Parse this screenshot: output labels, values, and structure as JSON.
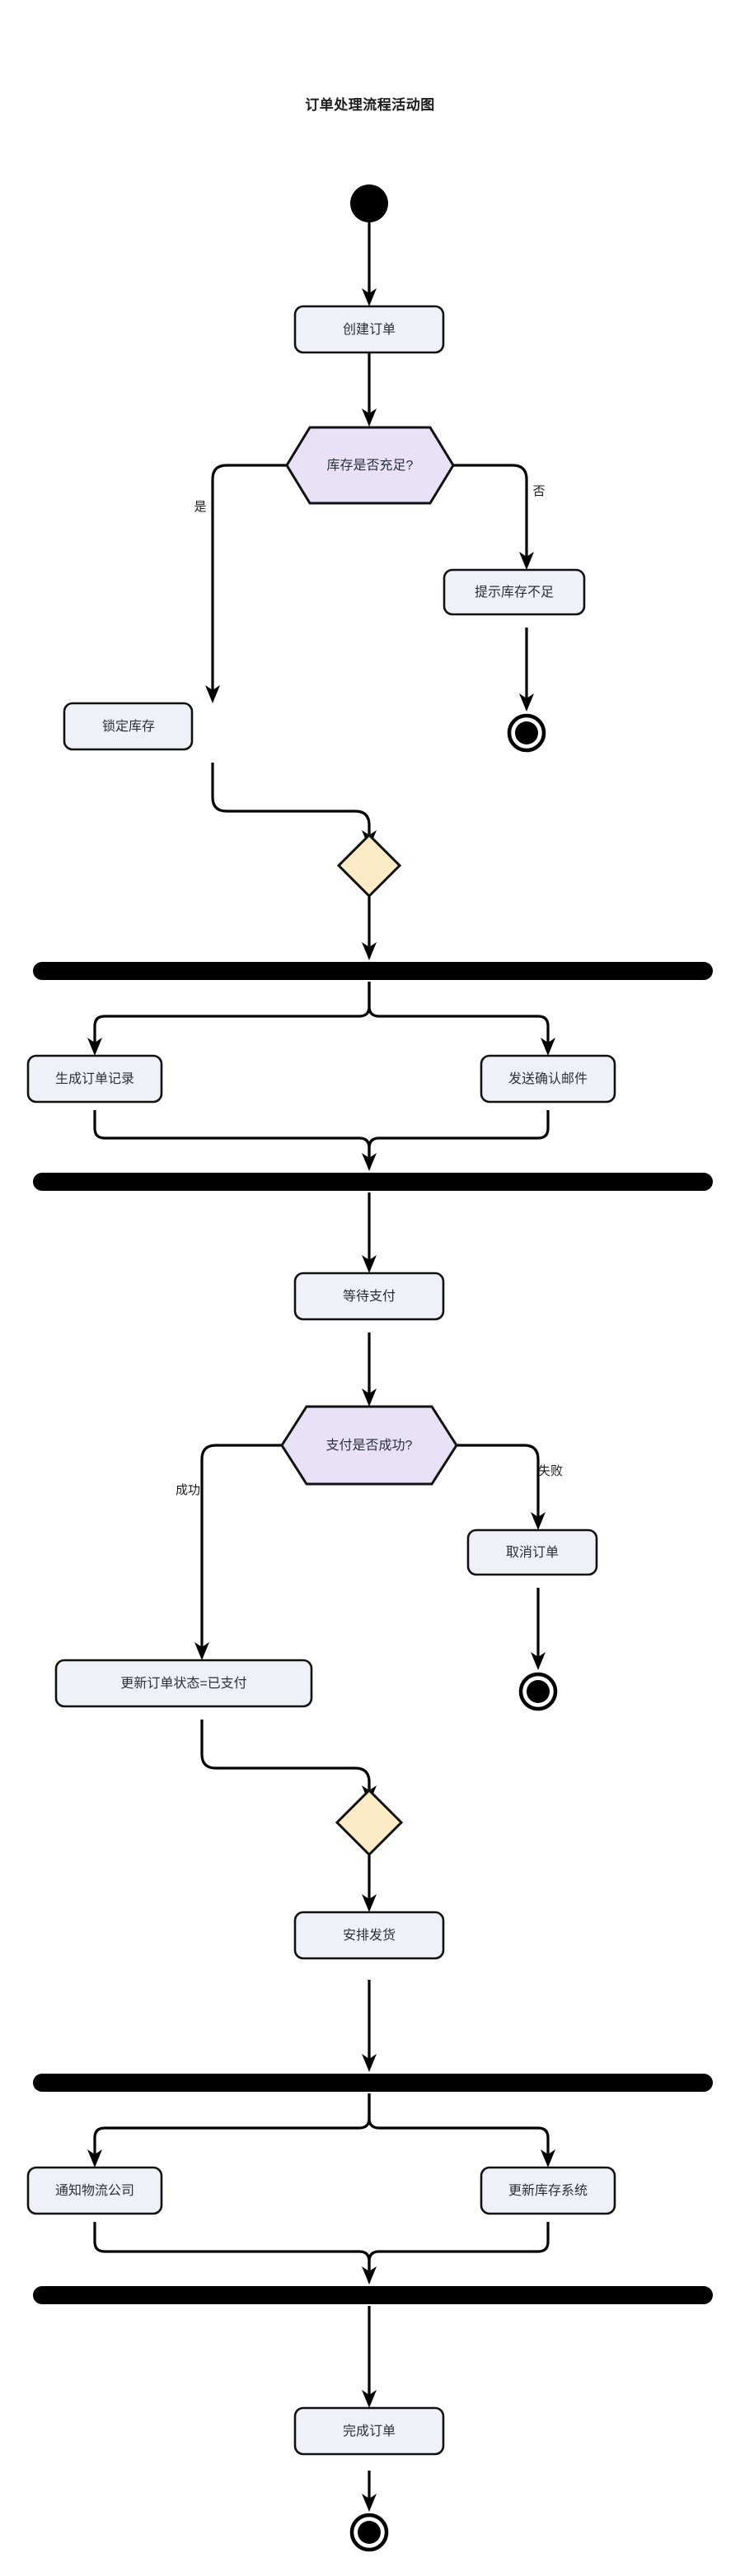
{
  "title": "订单处理流程活动图",
  "colors": {
    "background": "#ffffff",
    "activity_fill": "#eef1f8",
    "activity_stroke": "#111111",
    "decision_fill": "#e9e2f7",
    "merge_fill": "#fbecc6",
    "bar_fill": "#000000",
    "edge_stroke": "#000000",
    "label_text": "#2a2f3a",
    "title_text": "#1b1b1b"
  },
  "nodes": {
    "start": {
      "type": "start-node",
      "label": ""
    },
    "create_order": {
      "type": "activity",
      "label": "创建订单"
    },
    "stock_decision": {
      "type": "decision",
      "label": "库存是否充足?"
    },
    "out_of_stock_notice": {
      "type": "activity",
      "label": "提示库存不足"
    },
    "end_out_of_stock": {
      "type": "end-node",
      "label": ""
    },
    "lock_stock": {
      "type": "activity",
      "label": "锁定库存"
    },
    "merge_stock": {
      "type": "merge",
      "label": ""
    },
    "fork_bar_1": {
      "type": "fork-bar",
      "label": ""
    },
    "create_record": {
      "type": "activity",
      "label": "生成订单记录"
    },
    "send_email": {
      "type": "activity",
      "label": "发送确认邮件"
    },
    "join_bar_1": {
      "type": "join-bar",
      "label": ""
    },
    "wait_payment": {
      "type": "activity",
      "label": "等待支付"
    },
    "payment_decision": {
      "type": "decision",
      "label": "支付是否成功?"
    },
    "cancel_order": {
      "type": "activity",
      "label": "取消订单"
    },
    "end_cancelled": {
      "type": "end-node",
      "label": ""
    },
    "update_status": {
      "type": "activity",
      "label": "更新订单状态=已支付"
    },
    "merge_payment": {
      "type": "merge",
      "label": ""
    },
    "arrange_shipping": {
      "type": "activity",
      "label": "安排发货"
    },
    "fork_bar_2": {
      "type": "fork-bar",
      "label": ""
    },
    "notify_logistics": {
      "type": "activity",
      "label": "通知物流公司"
    },
    "update_inventory": {
      "type": "activity",
      "label": "更新库存系统"
    },
    "join_bar_2": {
      "type": "join-bar",
      "label": ""
    },
    "complete_order": {
      "type": "activity",
      "label": "完成订单"
    },
    "end_complete": {
      "type": "end-node",
      "label": ""
    }
  },
  "edge_labels": {
    "stock_yes": "是",
    "stock_no": "否",
    "payment_success": "成功",
    "payment_fail": "失败"
  }
}
